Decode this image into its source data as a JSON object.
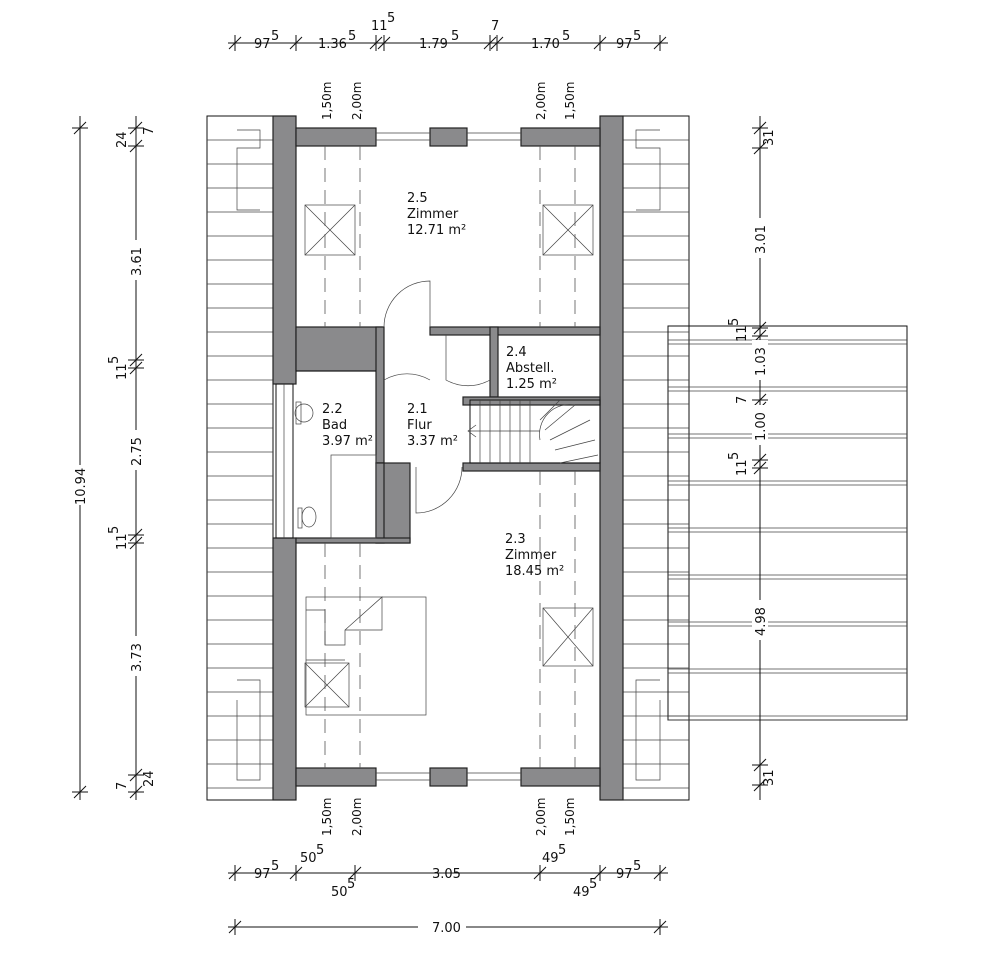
{
  "rooms": [
    {
      "number": "2.5",
      "name": "Zimmer",
      "area": "12.71 m²"
    },
    {
      "number": "2.4",
      "name": "Abstell.",
      "area": "1.25 m²"
    },
    {
      "number": "2.2",
      "name": "Bad",
      "area": "3.97 m²"
    },
    {
      "number": "2.1",
      "name": "Flur",
      "area": "3.37 m²"
    },
    {
      "number": "2.3",
      "name": "Zimmer",
      "area": "18.45 m²"
    }
  ],
  "window_heights": {
    "a": "1,50m",
    "b": "2,00m"
  },
  "dims_top": {
    "d1": "97",
    "d1s": "5",
    "d2": "1.36",
    "d2s": "5",
    "d3": "11",
    "d3s": "5",
    "d4": "1.79",
    "d4s": "5",
    "d5": "7",
    "d6": "1.70",
    "d6s": "5",
    "d7": "97",
    "d7s": "5"
  },
  "dims_bottom": {
    "b1": "97",
    "b1s": "5",
    "b2": "50",
    "b2s": "5",
    "b3": "50",
    "b3s": "5",
    "b4": "3.05",
    "b5": "49",
    "b5s": "5",
    "b6": "49",
    "b6s": "5",
    "b7": "97",
    "b7s": "5",
    "total": "7.00"
  },
  "dims_left": {
    "total": "10.94",
    "l_24": "24",
    "l_7a": "7",
    "l_361": "3.61",
    "l_11a": "11",
    "l_11as": "5",
    "l_275": "2.75",
    "l_11b": "11",
    "l_11bs": "5",
    "l_373": "3.73",
    "l_7b": "7",
    "l_24b": "24"
  },
  "dims_right": {
    "r_31a": "31",
    "r_301": "3.01",
    "r_11a": "11",
    "r_11as": "5",
    "r_103": "1.03",
    "r_7": "7",
    "r_100": "1.00",
    "r_11b": "11",
    "r_11bs": "5",
    "r_498": "4.98",
    "r_31b": "31"
  }
}
